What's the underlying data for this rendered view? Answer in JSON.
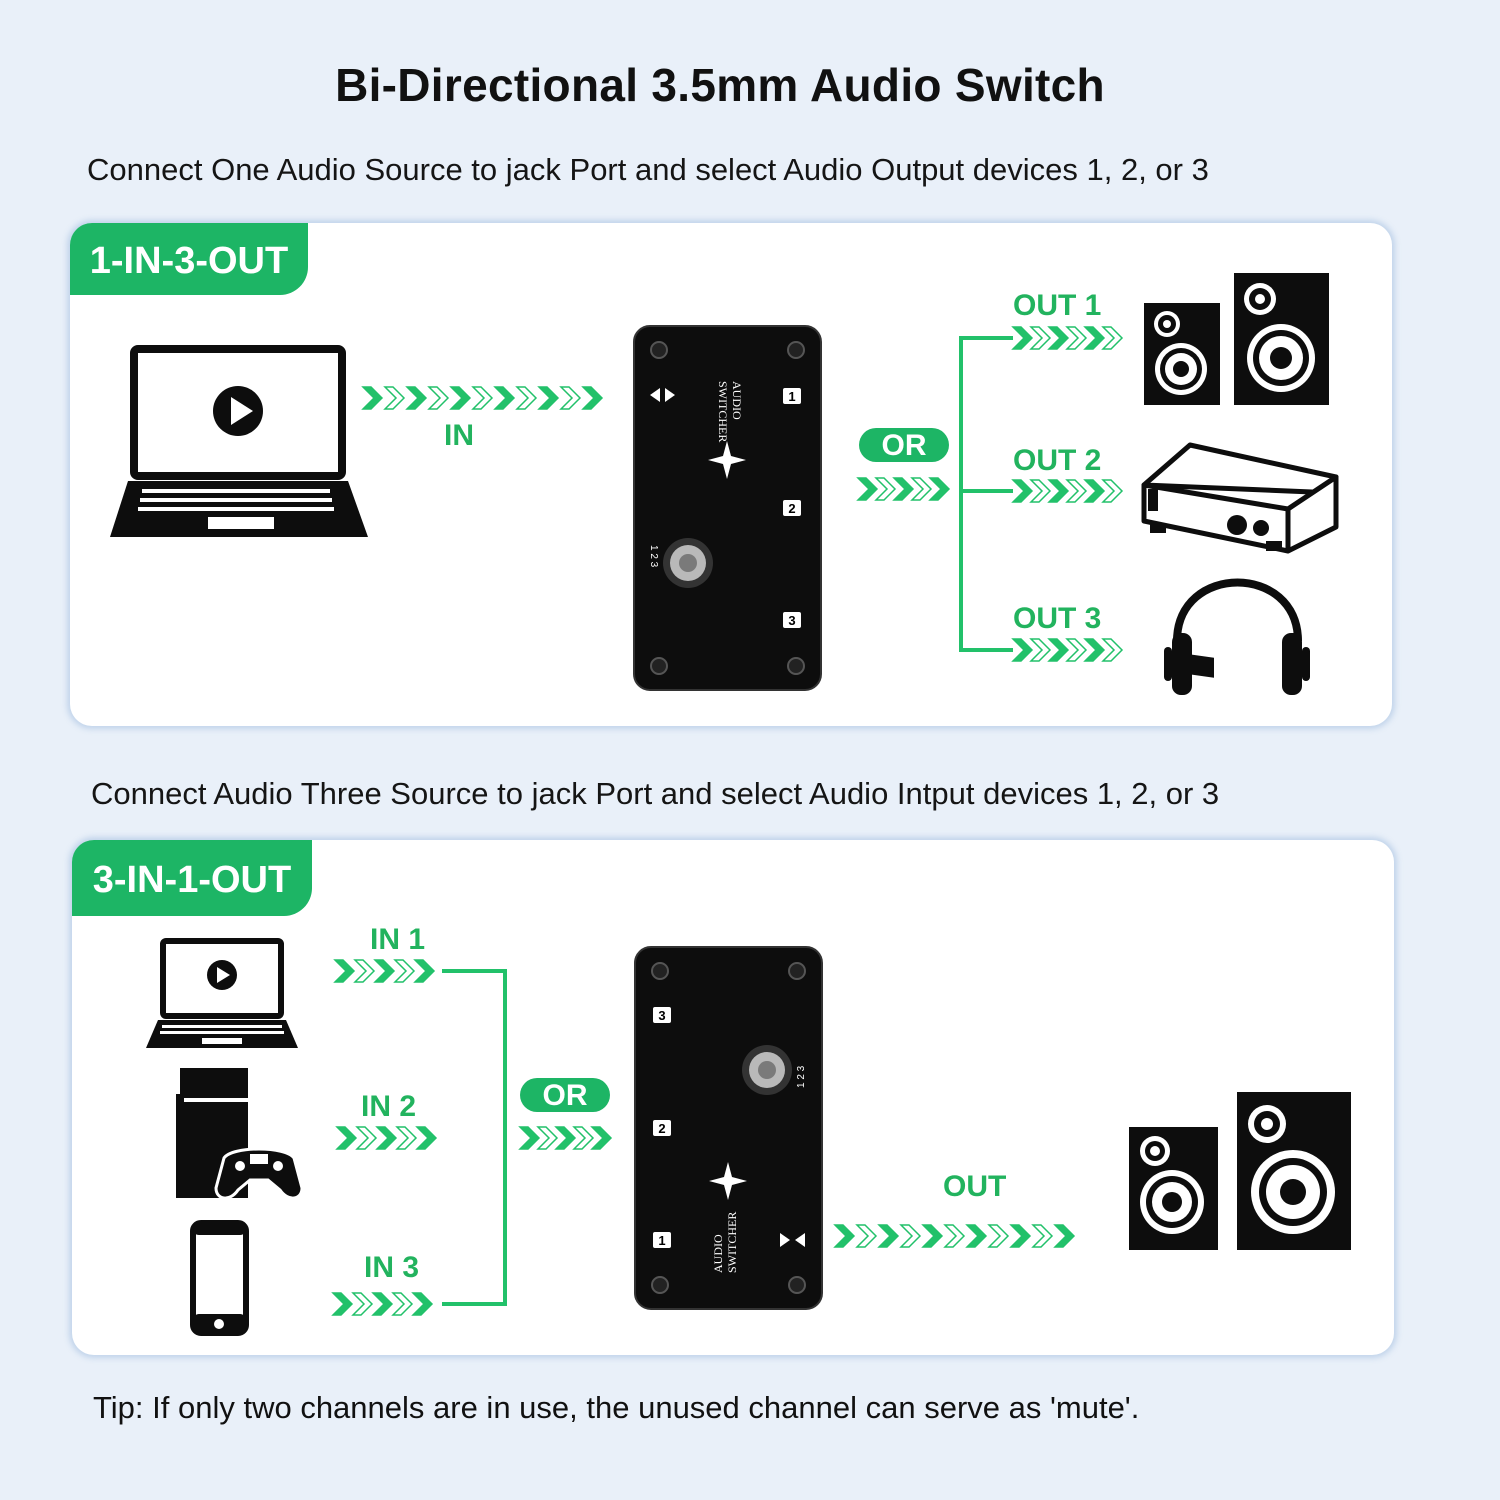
{
  "title": "Bi-Directional 3.5mm Audio Switch",
  "section1": {
    "instruction": "Connect One Audio Source to jack Port and select  Audio Output devices 1, 2, or 3",
    "tag": "1-IN-3-OUT",
    "in_label": "IN",
    "or_label": "OR",
    "outputs": [
      "OUT 1",
      "OUT 2",
      "OUT 3"
    ],
    "switcher": {
      "text_line1": "AUDIO",
      "text_line2": "SWITCHER",
      "ports": [
        "1",
        "2",
        "3"
      ],
      "selector_marks": "1 2 3"
    },
    "devices": {
      "source": "laptop-icon",
      "out1": "speakers-icon",
      "out2": "amplifier-icon",
      "out3": "headphones-icon"
    }
  },
  "section2": {
    "instruction": "Connect  Audio Three Source to jack Port and select  Audio Intput devices 1, 2, or 3",
    "tag": "3-IN-1-OUT",
    "inputs": [
      "IN 1",
      "IN 2",
      "IN 3"
    ],
    "or_label": "OR",
    "out_label": "OUT",
    "switcher": {
      "text_line1": "AUDIO",
      "text_line2": "SWITCHER",
      "ports": [
        "3",
        "2",
        "1"
      ],
      "selector_marks": "1 2 3"
    },
    "devices": {
      "in1": "laptop-icon",
      "in2": "game-console-icon",
      "in3": "smartphone-icon",
      "out": "speakers-icon"
    }
  },
  "tip": "Tip: If only two channels are in use, the unused channel can serve as 'mute'.",
  "colors": {
    "accent": "#1db565",
    "arrow": "#22c16a",
    "background": "#e9f0f9",
    "device": "#0d0d0d"
  }
}
